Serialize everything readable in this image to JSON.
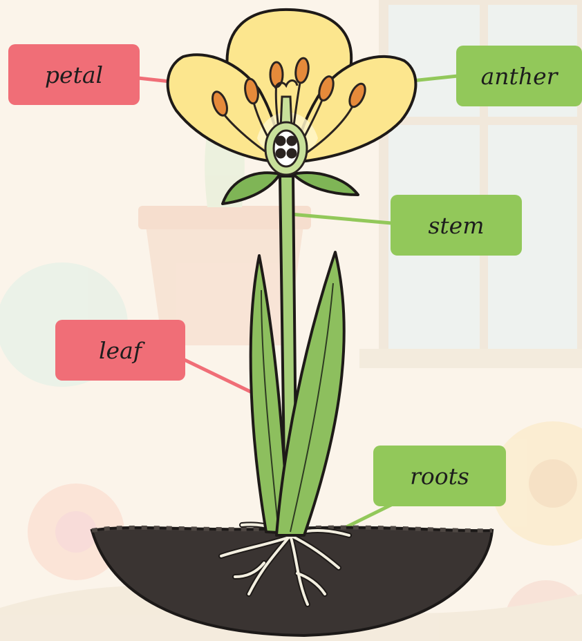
{
  "diagram": {
    "labels": {
      "petal": "petal",
      "anther": "anther",
      "stem": "stem",
      "leaf": "leaf",
      "roots": "roots"
    },
    "colors": {
      "part_label_red": "#f06e77",
      "part_label_green": "#92c85a",
      "petal_fill": "#fce68e",
      "leaf_fill": "#8dbf5e",
      "stem_fill": "#a7d07a",
      "anther_fill": "#e68a3a",
      "soil_fill": "#3a3432",
      "root_fill": "#f3efe0"
    }
  }
}
